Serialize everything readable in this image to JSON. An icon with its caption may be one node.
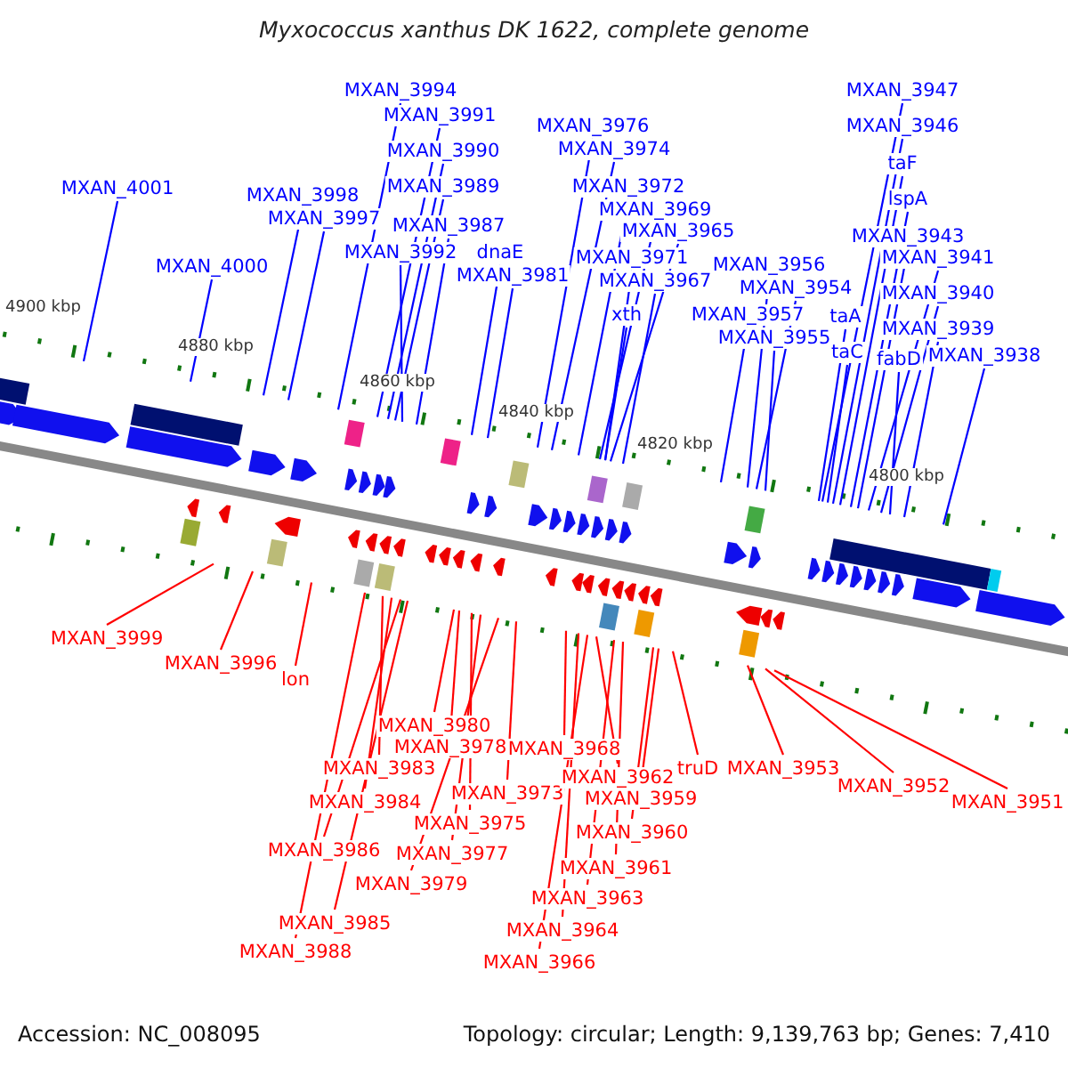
{
  "diagram": {
    "title": "Myxococcus xanthus DK 1622, complete genome",
    "nodes": [
      {
        "text": [
          "MXAN_3994"
        ]
      },
      {
        "text": [
          "MXAN_3991"
        ]
      },
      {
        "text": [
          "MXAN_3976"
        ]
      },
      {
        "text": [
          "MXAN_3947"
        ]
      },
      {
        "text": [
          "MXAN_3946"
        ]
      },
      {
        "text": [
          "MXAN_3990"
        ]
      },
      {
        "text": [
          "MXAN_3974"
        ]
      },
      {
        "text": [
          "taF"
        ]
      },
      {
        "text": [
          "MXAN_3989"
        ]
      },
      {
        "text": [
          "MXAN_4001"
        ]
      },
      {
        "text": [
          "MXAN_3998"
        ]
      },
      {
        "text": [
          "MXAN_3972"
        ]
      },
      {
        "text": [
          "MXAN_3997"
        ]
      },
      {
        "text": [
          "MXAN_3969"
        ]
      },
      {
        "text": [
          "lspA"
        ]
      },
      {
        "text": [
          "MXAN_3987"
        ]
      },
      {
        "text": [
          "MXAN_3965"
        ]
      },
      {
        "text": [
          "MXAN_3943"
        ]
      },
      {
        "text": [
          "MXAN_3992"
        ]
      },
      {
        "text": [
          "MXAN_3971"
        ]
      },
      {
        "text": [
          "MXAN_3941"
        ]
      },
      {
        "text": [
          "dnaE"
        ]
      },
      {
        "text": [
          "MXAN_3956"
        ]
      },
      {
        "text": [
          "MXAN_4000"
        ]
      },
      {
        "text": [
          "MXAN_3981"
        ]
      },
      {
        "text": [
          "MXAN_3967"
        ]
      },
      {
        "text": [
          "MXAN_3954"
        ]
      },
      {
        "text": [
          "MXAN_3940"
        ]
      },
      {
        "text": [
          "xth"
        ]
      },
      {
        "text": [
          "MXAN_3957"
        ]
      },
      {
        "text": [
          "taA"
        ]
      },
      {
        "text": [
          "MXAN_3939"
        ]
      },
      {
        "text": [
          "MXAN_3955"
        ]
      },
      {
        "text": [
          "taC"
        ]
      },
      {
        "text": [
          "fabD"
        ]
      },
      {
        "text": [
          "MXAN_3938"
        ]
      },
      {
        "text": [
          "MXAN_3999"
        ]
      },
      {
        "text": [
          "MXAN_3996"
        ]
      },
      {
        "text": [
          "lon"
        ]
      },
      {
        "text": [
          "MXAN_3980"
        ]
      },
      {
        "text": [
          "MXAN_3978"
        ]
      },
      {
        "text": [
          "MXAN_3983"
        ]
      },
      {
        "text": [
          "MXAN_3968"
        ]
      },
      {
        "text": [
          "MXAN_3973"
        ]
      },
      {
        "text": [
          "MXAN_3962"
        ]
      },
      {
        "text": [
          "truD"
        ]
      },
      {
        "text": [
          "MXAN_3953"
        ]
      },
      {
        "text": [
          "MXAN_3952"
        ]
      },
      {
        "text": [
          "MXAN_3951"
        ]
      },
      {
        "text": [
          "MXAN_3984"
        ]
      },
      {
        "text": [
          "MXAN_3975"
        ]
      },
      {
        "text": [
          "MXAN_3959"
        ]
      },
      {
        "text": [
          "MXAN_3986"
        ]
      },
      {
        "text": [
          "MXAN_3977"
        ]
      },
      {
        "text": [
          "MXAN_3960"
        ]
      },
      {
        "text": [
          "MXAN_3979"
        ]
      },
      {
        "text": [
          "MXAN_3961"
        ]
      },
      {
        "text": [
          "MXAN_3963"
        ]
      },
      {
        "text": [
          "MXAN_3985"
        ]
      },
      {
        "text": [
          "MXAN_3964"
        ]
      },
      {
        "text": [
          "MXAN_3988"
        ]
      },
      {
        "text": [
          "MXAN_3966"
        ]
      }
    ],
    "edges": [
      {
        "from": 0,
        "to": null,
        "arrow": "none"
      },
      {
        "from": 1,
        "to": null,
        "arrow": "none"
      },
      {
        "from": 2,
        "to": null,
        "arrow": "none"
      },
      {
        "from": 3,
        "to": null,
        "arrow": "none"
      },
      {
        "from": 4,
        "to": null,
        "arrow": "none"
      },
      {
        "from": 5,
        "to": null,
        "arrow": "none"
      },
      {
        "from": 6,
        "to": null,
        "arrow": "none"
      },
      {
        "from": 7,
        "to": null,
        "arrow": "none"
      },
      {
        "from": 8,
        "to": null,
        "arrow": "none"
      },
      {
        "from": 9,
        "to": null,
        "arrow": "none"
      },
      {
        "from": 10,
        "to": null,
        "arrow": "none"
      },
      {
        "from": 11,
        "to": null,
        "arrow": "none"
      },
      {
        "from": 12,
        "to": null,
        "arrow": "none"
      },
      {
        "from": 13,
        "to": null,
        "arrow": "none"
      },
      {
        "from": 14,
        "to": null,
        "arrow": "none"
      },
      {
        "from": 15,
        "to": null,
        "arrow": "none"
      },
      {
        "from": 16,
        "to": null,
        "arrow": "none"
      },
      {
        "from": 17,
        "to": null,
        "arrow": "none"
      },
      {
        "from": 18,
        "to": null,
        "arrow": "none"
      },
      {
        "from": 19,
        "to": null,
        "arrow": "none"
      },
      {
        "from": 20,
        "to": null,
        "arrow": "none"
      },
      {
        "from": 21,
        "to": null,
        "arrow": "none"
      },
      {
        "from": 22,
        "to": null,
        "arrow": "none"
      },
      {
        "from": 23,
        "to": null,
        "arrow": "none"
      },
      {
        "from": 24,
        "to": null,
        "arrow": "none"
      },
      {
        "from": 25,
        "to": null,
        "arrow": "none"
      },
      {
        "from": 26,
        "to": null,
        "arrow": "none"
      },
      {
        "from": 27,
        "to": null,
        "arrow": "none"
      },
      {
        "from": 28,
        "to": null,
        "arrow": "none"
      },
      {
        "from": 29,
        "to": null,
        "arrow": "none"
      },
      {
        "from": 30,
        "to": null,
        "arrow": "none"
      },
      {
        "from": 31,
        "to": null,
        "arrow": "none"
      },
      {
        "from": 32,
        "to": null,
        "arrow": "none"
      },
      {
        "from": 33,
        "to": null,
        "arrow": "none"
      },
      {
        "from": 34,
        "to": null,
        "arrow": "none"
      },
      {
        "from": 35,
        "to": null,
        "arrow": "none"
      },
      {
        "from": 36,
        "to": null,
        "arrow": "none",
        "color": "#ff0000"
      },
      {
        "from": 37,
        "to": null,
        "arrow": "none",
        "color": "#ff0000"
      },
      {
        "from": 38,
        "to": null,
        "arrow": "none",
        "color": "#ff0000"
      },
      {
        "from": 39,
        "to": null,
        "arrow": "none",
        "color": "#ff0000"
      },
      {
        "from": 40,
        "to": null,
        "arrow": "none",
        "color": "#ff0000"
      },
      {
        "from": 41,
        "to": null,
        "arrow": "none",
        "color": "#ff0000"
      },
      {
        "from": 42,
        "to": null,
        "arrow": "none",
        "color": "#ff0000"
      },
      {
        "from": 43,
        "to": null,
        "arrow": "none",
        "color": "#ff0000"
      },
      {
        "from": 44,
        "to": null,
        "arrow": "none",
        "color": "#ff0000"
      },
      {
        "from": 45,
        "to": null,
        "arrow": "none",
        "color": "#ff0000"
      },
      {
        "from": 46,
        "to": null,
        "arrow": "none",
        "color": "#ff0000"
      },
      {
        "from": 47,
        "to": null,
        "arrow": "none",
        "color": "#ff0000"
      },
      {
        "from": 48,
        "to": null,
        "arrow": "none",
        "color": "#ff0000"
      },
      {
        "from": 49,
        "to": null,
        "arrow": "none",
        "color": "#ff0000"
      },
      {
        "from": 50,
        "to": null,
        "arrow": "none",
        "color": "#ff0000"
      },
      {
        "from": 51,
        "to": null,
        "arrow": "none",
        "color": "#ff0000"
      },
      {
        "from": 52,
        "to": null,
        "arrow": "none",
        "color": "#ff0000"
      },
      {
        "from": 53,
        "to": null,
        "arrow": "none",
        "color": "#ff0000"
      },
      {
        "from": 54,
        "to": null,
        "arrow": "none",
        "color": "#ff0000"
      },
      {
        "from": 55,
        "to": null,
        "arrow": "none",
        "color": "#ff0000"
      },
      {
        "from": 56,
        "to": null,
        "arrow": "none",
        "color": "#ff0000"
      },
      {
        "from": 57,
        "to": null,
        "arrow": "none",
        "color": "#ff0000"
      },
      {
        "from": 58,
        "to": null,
        "arrow": "none",
        "color": "#ff0000"
      },
      {
        "from": 59,
        "to": null,
        "arrow": "none",
        "color": "#ff0000"
      },
      {
        "from": 60,
        "to": null,
        "arrow": "none",
        "color": "#ff0000"
      },
      {
        "from": 61,
        "to": null,
        "arrow": "none",
        "color": "#ff0000"
      }
    ],
    "labels": [
      "4900 kbp",
      "4880 kbp",
      "4860 kbp",
      "4840 kbp",
      "4820 kbp",
      "4800 kbp",
      "Accession: NC_008095",
      "Topology: circular; Length: 9,139,763 bp; Genes: 7,410"
    ]
  }
}
